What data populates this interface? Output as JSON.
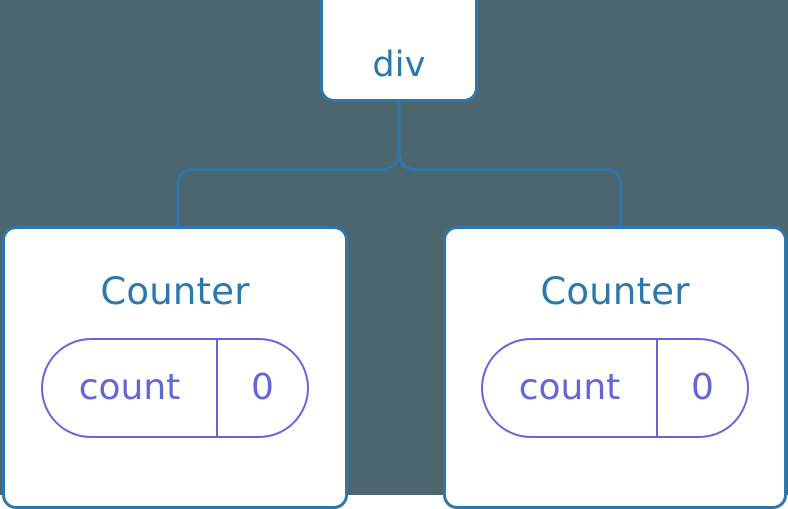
{
  "canvas": {
    "background_color": "#4c6670",
    "node_border_color": "#2c77ab",
    "node_fill_color": "#ffffff",
    "node_text_color": "#2c77ab",
    "connector_color": "#2c77ab",
    "pill_color": "#6366d8"
  },
  "tree": {
    "root": {
      "label": "div"
    },
    "children": [
      {
        "label": "Counter",
        "state": {
          "key": "count",
          "value": "0"
        }
      },
      {
        "label": "Counter",
        "state": {
          "key": "count",
          "value": "0"
        }
      }
    ]
  }
}
